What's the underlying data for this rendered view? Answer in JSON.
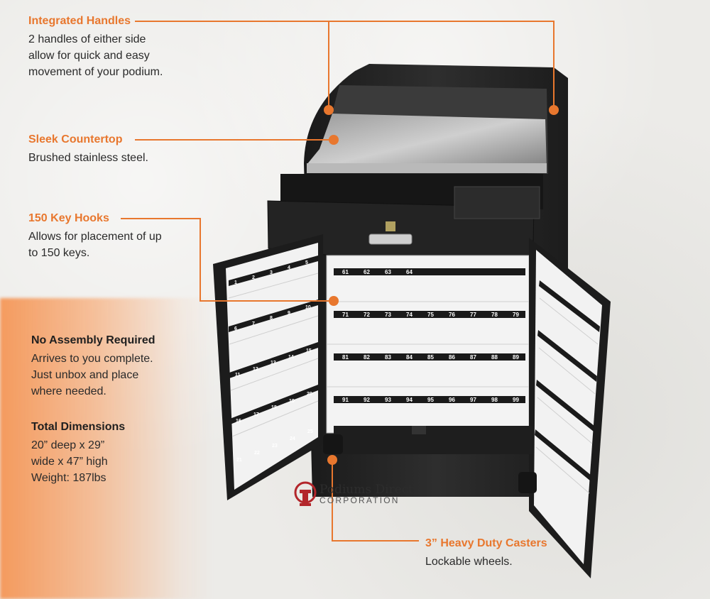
{
  "features": {
    "handles": {
      "title": "Integrated Handles",
      "desc": "2 handles of either side\nallow for quick and easy\nmovement of your podium."
    },
    "countertop": {
      "title": "Sleek Countertop",
      "desc": "Brushed stainless steel."
    },
    "hooks": {
      "title": "150 Key Hooks",
      "desc": "Allows for placement of up\nto 150 keys."
    },
    "assembly": {
      "title": "No Assembly Required",
      "desc": "Arrives to you complete.\nJust unbox and place\nwhere needed."
    },
    "dimensions": {
      "title": "Total Dimensions",
      "desc": "20” deep x 29”\nwide x 47” high\nWeight: 187lbs"
    },
    "casters": {
      "title": "3” Heavy Duty Casters",
      "desc": "Lockable wheels."
    }
  },
  "logo": {
    "name": "Podiums Direct",
    "sub": "CORPORATION"
  },
  "key_panels": {
    "left_door": [
      "1",
      "2",
      "3",
      "4",
      "5",
      "6",
      "7",
      "8",
      "9",
      "10",
      "11",
      "12",
      "13",
      "14",
      "15",
      "16",
      "17",
      "18",
      "19",
      "20",
      "21",
      "22",
      "23",
      "24",
      "25"
    ],
    "center_rows": [
      [
        "61",
        "62",
        "63",
        "64"
      ],
      [
        "71",
        "72",
        "73",
        "74",
        "75",
        "76",
        "77",
        "78",
        "79"
      ],
      [
        "81",
        "82",
        "83",
        "84",
        "85",
        "86",
        "87",
        "88",
        "89"
      ],
      [
        "91",
        "92",
        "93",
        "94",
        "95",
        "96",
        "97",
        "98",
        "99"
      ]
    ]
  },
  "colors": {
    "accent": "#e8772e",
    "cabinet": "#262626",
    "panel": "#f3f3f3"
  }
}
